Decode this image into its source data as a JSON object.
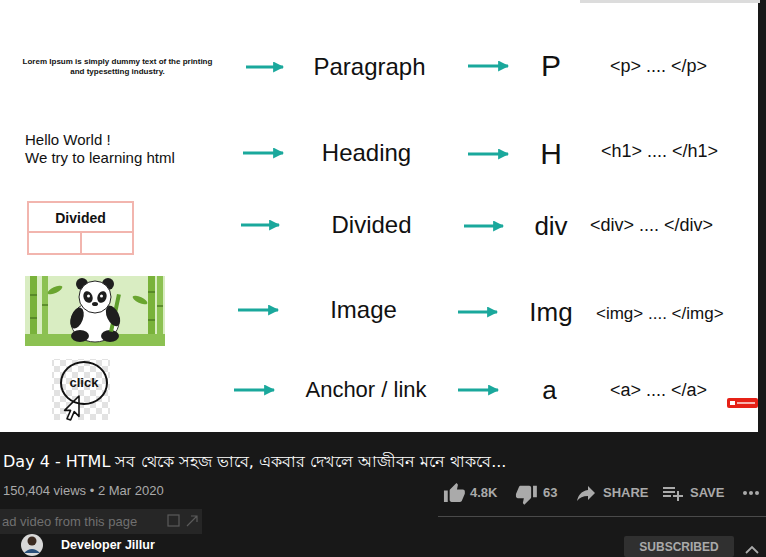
{
  "diagram": {
    "nodes": [
      {
        "text": [
          "Lorem Ipsum is simply dummy text of the printing and typesetting industry."
        ]
      },
      {
        "text": [
          "Paragraph"
        ]
      },
      {
        "text": [
          "P"
        ]
      },
      {
        "text": [
          "Hello World !",
          "We try to learning html"
        ]
      },
      {
        "text": [
          "Heading"
        ]
      },
      {
        "text": [
          "H"
        ]
      },
      {
        "text": [
          "Divided"
        ]
      },
      {
        "text": [
          "Divided"
        ]
      },
      {
        "text": [
          "div"
        ]
      },
      {
        "text": [
          "Image"
        ]
      },
      {
        "text": [
          "Img"
        ]
      },
      {
        "text": [
          "click"
        ]
      },
      {
        "text": [
          "Anchor / link"
        ]
      },
      {
        "text": [
          "a"
        ]
      }
    ],
    "edges": [
      {
        "from": 0,
        "to": 1,
        "arrow": "to"
      },
      {
        "from": 1,
        "to": 2,
        "arrow": "to"
      },
      {
        "from": 3,
        "to": 4,
        "arrow": "to"
      },
      {
        "from": 4,
        "to": 5,
        "arrow": "to"
      },
      {
        "from": 6,
        "to": 7,
        "arrow": "to"
      },
      {
        "from": 7,
        "to": 8,
        "arrow": "to"
      },
      {
        "from": 9,
        "to": 10,
        "arrow": "to"
      },
      {
        "from": 11,
        "to": 12,
        "arrow": "to"
      },
      {
        "from": 12,
        "to": 13,
        "arrow": "to"
      }
    ],
    "labels": [
      "<p> .... </p>",
      "<h1> .... </h1>",
      "<div> .... </div>",
      "<img> .... </img>",
      "<a> .... </a>",
      "Day 4 - HTML সব থেকে সহজ ভাবে, একবার দেখলে আজীবন মনে থাকবে...",
      "150,404 views • 2 Mar 2020",
      "4.8K",
      "63",
      "SHARE",
      "SAVE",
      "ad video from this page",
      "Developer Jillur",
      "SUBSCRIBED"
    ]
  }
}
